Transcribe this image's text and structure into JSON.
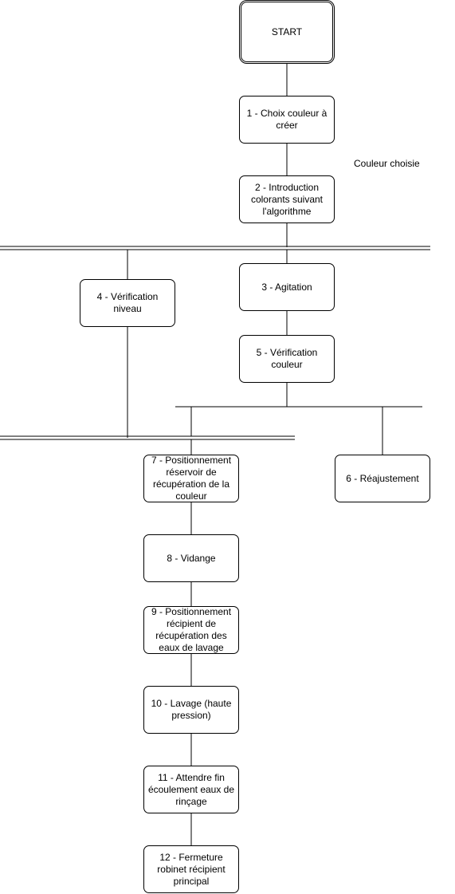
{
  "diagram": {
    "start": "START",
    "annotation": "Couleur choisie",
    "steps": {
      "s1": "1 - Choix couleur à créer",
      "s2": "2 - Introduction colorants suivant l'algorithme",
      "s3": "3 - Agitation",
      "s4": "4 - Vérification niveau",
      "s5": "5 - Vérification couleur",
      "s6": "6 - Réajustement",
      "s7": "7 - Positionnement réservoir de récupération de la couleur",
      "s8": "8 - Vidange",
      "s9": "9 - Positionnement récipient de récupération des eaux de lavage",
      "s10": "10 - Lavage (haute pression)",
      "s11": "11 - Attendre fin écoulement eaux de rinçage",
      "s12": "12 - Fermeture robinet récipient principal"
    }
  }
}
